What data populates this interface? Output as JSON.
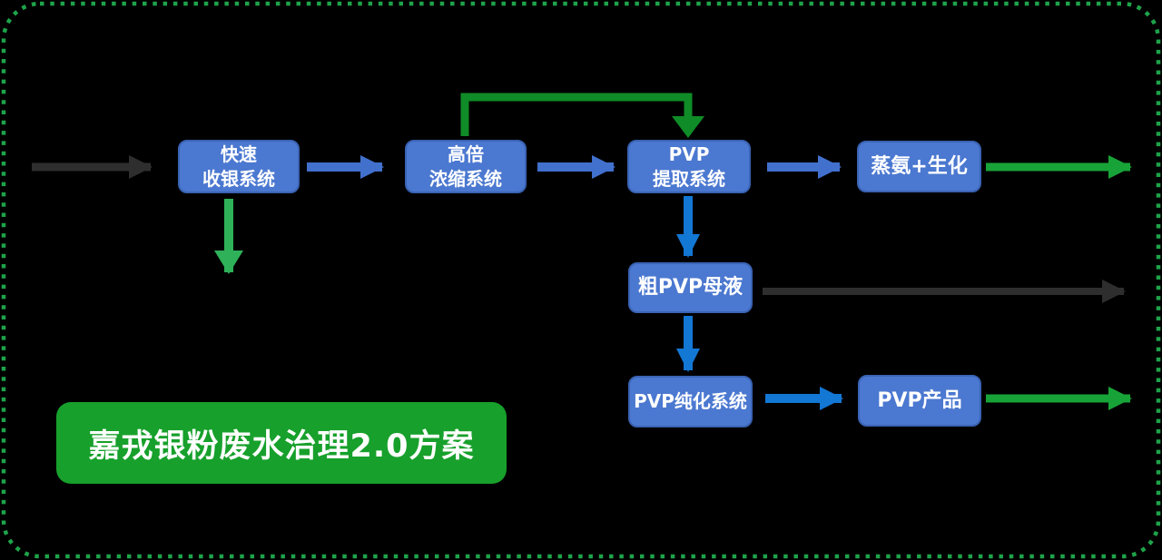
{
  "canvas": {
    "background": "#000000",
    "border": {
      "style": "dashed",
      "color": "#1ea34a"
    }
  },
  "title": {
    "label": "嘉戎银粉废水治理2.0方案",
    "background": "#17a02b",
    "text_color": "#ffffff"
  },
  "nodes": [
    {
      "id": "fast-silver-recovery",
      "lines": [
        "快速",
        "收银系统"
      ]
    },
    {
      "id": "high-concentration",
      "lines": [
        "高倍",
        "浓缩系统"
      ]
    },
    {
      "id": "pvp-extraction",
      "lines": [
        "PVP",
        "提取系统"
      ]
    },
    {
      "id": "ammonia-biochemical",
      "lines": [
        "蒸氨+生化"
      ]
    },
    {
      "id": "crude-pvp-liquor",
      "lines": [
        "粗PVP母液"
      ]
    },
    {
      "id": "pvp-purification",
      "lines": [
        "PVP纯化系统"
      ]
    },
    {
      "id": "pvp-product",
      "lines": [
        "PVP产品"
      ]
    }
  ],
  "edges": [
    {
      "from": "inlet",
      "to": "快速收银系统",
      "color": "black"
    },
    {
      "from": "快速收银系统",
      "to": "高倍浓缩系统",
      "color": "royal-blue"
    },
    {
      "from": "快速收银系统",
      "to": "down-outlet",
      "color": "bright-green"
    },
    {
      "from": "高倍浓缩系统",
      "to": "PVP提取系统",
      "color": "royal-blue"
    },
    {
      "from": "高倍浓缩系统",
      "to": "PVP提取系统",
      "color": "dark-green",
      "type": "recycle-loop-over-top"
    },
    {
      "from": "PVP提取系统",
      "to": "蒸氨+生化",
      "color": "royal-blue"
    },
    {
      "from": "PVP提取系统",
      "to": "粗PVP母液",
      "color": "azure-blue"
    },
    {
      "from": "蒸氨+生化",
      "to": "right-outlet",
      "color": "green"
    },
    {
      "from": "粗PVP母液",
      "to": "right-outlet",
      "color": "black"
    },
    {
      "from": "粗PVP母液",
      "to": "PVP纯化系统",
      "color": "azure-blue"
    },
    {
      "from": "PVP纯化系统",
      "to": "PVP产品",
      "color": "azure-blue"
    },
    {
      "from": "PVP产品",
      "to": "right-outlet",
      "color": "green"
    }
  ],
  "colors": {
    "node_fill": "#4b78d0",
    "node_border": "#3a63b4",
    "node_text": "#ffffff",
    "royal_blue_arrow": "#4170cd",
    "azure_blue_arrow": "#1377d4",
    "black_arrow": "#2e2e2e",
    "green_arrow": "#18a338",
    "bright_green_arrow": "#2eb158",
    "dark_green_loop": "#0f8c27",
    "dashed_border": "#1ea34a",
    "title_green": "#17a02b"
  }
}
